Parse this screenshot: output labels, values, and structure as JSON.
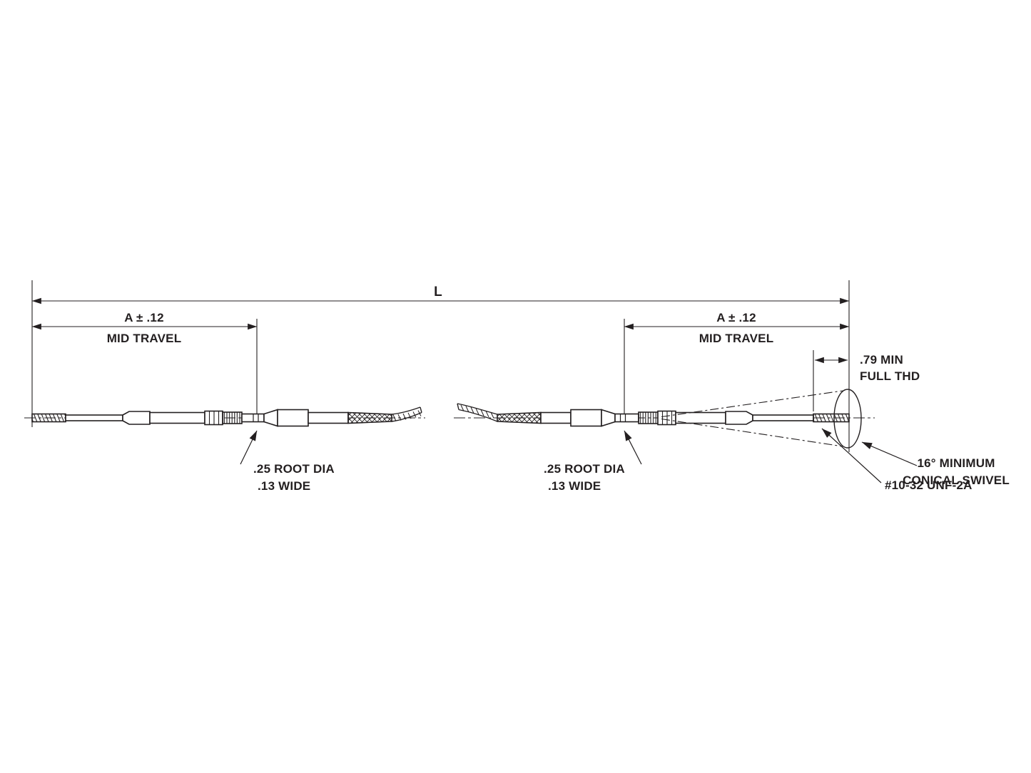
{
  "page": {
    "background": "#ffffff"
  },
  "diagram": {
    "kind": "engineering-dimension-drawing",
    "subject": "push-pull control cable assembly, both end fittings with conical swivel",
    "ink_color": "#231f20",
    "dims": {
      "overall_length_label": "L",
      "mid_travel_left": {
        "value": "A ± .12",
        "caption": "MID TRAVEL"
      },
      "mid_travel_right": {
        "value": "A ± .12",
        "caption": "MID TRAVEL"
      },
      "full_thread": {
        "line1": ".79 MIN",
        "line2": "FULL THD"
      }
    },
    "callouts": {
      "root_dia_left": {
        "line1": ".25 ROOT DIA",
        "line2": ".13 WIDE"
      },
      "root_dia_right": {
        "line1": ".25 ROOT DIA",
        "line2": ".13 WIDE"
      },
      "thread_spec": "#10-32 UNF-2A",
      "swivel": {
        "line1": "16° MINIMUM",
        "line2": "CONICAL SWIVEL"
      }
    }
  }
}
